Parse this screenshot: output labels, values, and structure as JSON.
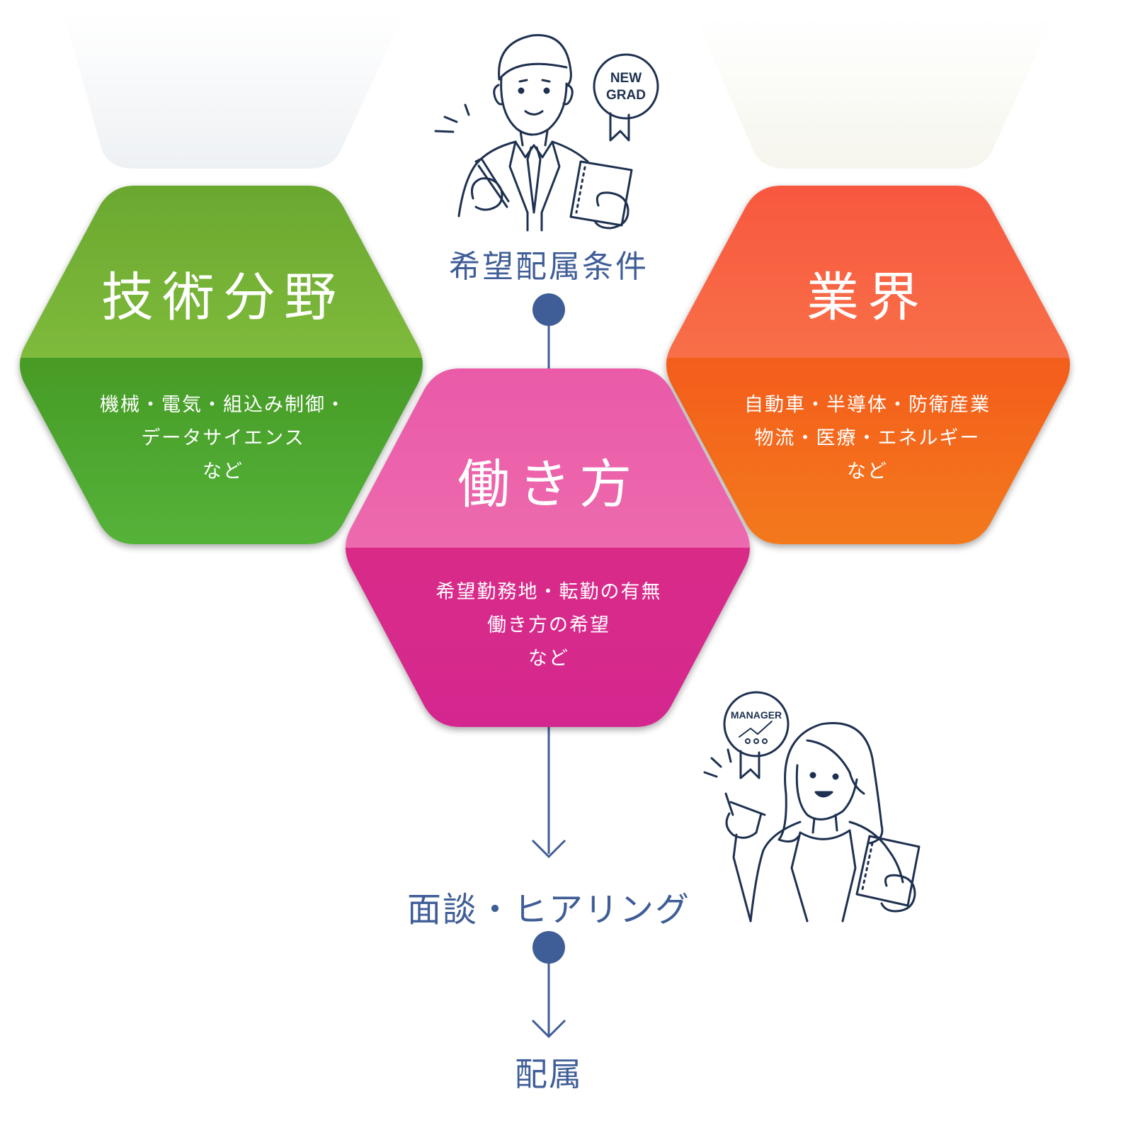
{
  "colors": {
    "navy": "#3f5d97",
    "green_top": "#74b134",
    "green_bottom": "#4aa22e",
    "pink_top": "#ea5aa8",
    "pink_bottom": "#d62a8a",
    "orange_top": "#f86a41",
    "orange_bottom": "#f56b1e"
  },
  "hexagons": {
    "tech": {
      "title": "技術分野",
      "lines": [
        "機械・電気・組込み制御・",
        "データサイエンス",
        "など"
      ]
    },
    "industry": {
      "title": "業界",
      "lines": [
        "自動車・半導体・防衛産業",
        "物流・医療・エネルギー",
        "など"
      ]
    },
    "workstyle": {
      "title": "働き方",
      "lines": [
        "希望勤務地・転勤の有無",
        "働き方の希望",
        "など"
      ]
    }
  },
  "flow": {
    "condition_label": "希望配属条件",
    "interview_label": "面談・ヒアリング",
    "assignment_label": "配属"
  },
  "badges": {
    "new_grad_line1": "NEW",
    "new_grad_line2": "GRAD",
    "manager": "MANAGER"
  },
  "icons": {
    "new_grad_person": "new-grad-man-icon",
    "manager_person": "manager-woman-icon"
  }
}
